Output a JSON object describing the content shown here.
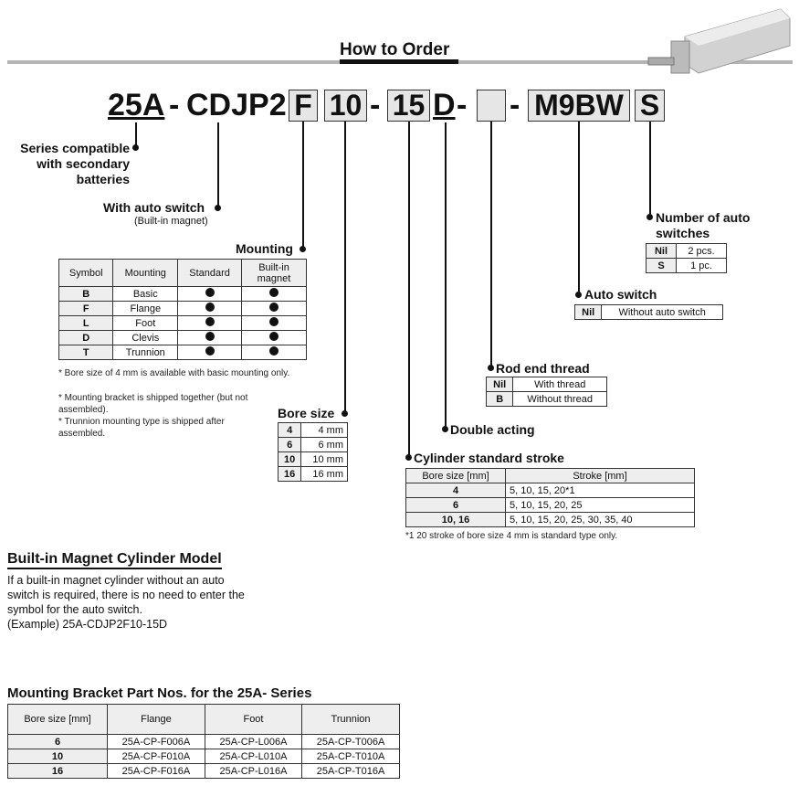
{
  "title": "How to Order",
  "code": {
    "prefix": "25A",
    "dash1": "-",
    "model": "CDJP2",
    "mounting": "F",
    "bore": "10",
    "dash2": "-",
    "stroke": "15",
    "action": "D",
    "dash3": "-",
    "rod": "",
    "dash4": "-",
    "switch": "M9BW",
    "count": "S"
  },
  "labels": {
    "series": "Series compatible with secondary batteries",
    "auto_switch_with": "With auto switch",
    "auto_switch_with_sub": "(Built-in magnet)",
    "mounting": "Mounting",
    "bore_size": "Bore size",
    "stroke": "Cylinder standard stroke",
    "double_acting": "Double acting",
    "rod_end": "Rod end thread",
    "auto_switch": "Auto switch",
    "num_switches": "Number of auto switches"
  },
  "mounting_table": {
    "headers": [
      "Symbol",
      "Mounting",
      "Standard",
      "Built-in magnet"
    ],
    "rows": [
      [
        "B",
        "Basic"
      ],
      [
        "F",
        "Flange"
      ],
      [
        "L",
        "Foot"
      ],
      [
        "D",
        "Clevis"
      ],
      [
        "T",
        "Trunnion"
      ]
    ]
  },
  "mounting_notes": [
    "* Bore size of 4 mm is available with basic mounting only.",
    "* Mounting bracket is shipped together (but not assembled).",
    "* Trunnion mounting type is shipped after assembled."
  ],
  "bore_table": [
    [
      "4",
      "4 mm"
    ],
    [
      "6",
      "6 mm"
    ],
    [
      "10",
      "10 mm"
    ],
    [
      "16",
      "16 mm"
    ]
  ],
  "stroke_table": {
    "headers": [
      "Bore size [mm]",
      "Stroke [mm]"
    ],
    "rows": [
      [
        "4",
        "5, 10, 15, 20*1"
      ],
      [
        "6",
        "5, 10, 15, 20, 25"
      ],
      [
        "10, 16",
        "5, 10, 15, 20, 25, 30, 35, 40"
      ]
    ],
    "note": "*1 20 stroke of bore size 4 mm is standard type only."
  },
  "rod_table": [
    [
      "Nil",
      "With thread"
    ],
    [
      "B",
      "Without thread"
    ]
  ],
  "switch_table": [
    [
      "Nil",
      "Without auto switch"
    ]
  ],
  "count_table": [
    [
      "Nil",
      "2 pcs."
    ],
    [
      "S",
      "1 pc."
    ]
  ],
  "magnet_section": {
    "title": "Built-in Magnet Cylinder Model",
    "text": "If a built-in magnet cylinder without an auto switch is required, there is no need to enter the symbol for the auto switch.",
    "example": "(Example) 25A-CDJP2F10-15D"
  },
  "bracket_section": {
    "title": "Mounting Bracket Part Nos. for the 25A- Series",
    "headers": [
      "Bore size [mm]",
      "Flange",
      "Foot",
      "Trunnion"
    ],
    "rows": [
      [
        "6",
        "25A-CP-F006A",
        "25A-CP-L006A",
        "25A-CP-T006A"
      ],
      [
        "10",
        "25A-CP-F010A",
        "25A-CP-L010A",
        "25A-CP-T010A"
      ],
      [
        "16",
        "25A-CP-F016A",
        "25A-CP-L016A",
        "25A-CP-T016A"
      ]
    ]
  }
}
